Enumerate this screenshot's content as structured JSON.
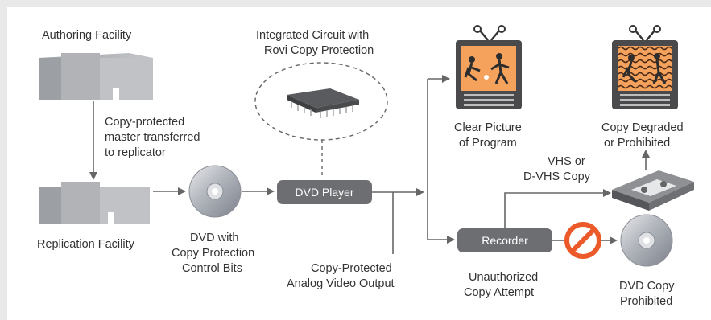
{
  "labels": {
    "authoring_facility": "Authoring Facility",
    "copy_protected_master": [
      "Copy-protected",
      "master transferred",
      "to replicator"
    ],
    "replication_facility": "Replication Facility",
    "dvd_with_bits": [
      "DVD with",
      "Copy Protection",
      "Control Bits"
    ],
    "integrated_circuit": [
      "Integrated Circuit with",
      "Rovi Copy Protection"
    ],
    "dvd_player": "DVD Player",
    "analog_output": [
      "Copy-Protected",
      "Analog Video Output"
    ],
    "clear_picture": [
      "Clear Picture",
      "of Program"
    ],
    "copy_degraded": [
      "Copy Degraded",
      "or Prohibited"
    ],
    "vhs_copy": [
      "VHS or",
      "D-VHS Copy"
    ],
    "recorder": "Recorder",
    "unauthorized_copy": [
      "Unauthorized",
      "Copy Attempt"
    ],
    "dvd_copy_prohibited": [
      "DVD Copy",
      "Prohibited"
    ]
  },
  "colors": {
    "box_fill": "#6d6e71",
    "tv_screen": "#f5a25d",
    "prohibited_red": "#ec5a2a",
    "building_gray": "#a7a9ac",
    "line_gray": "#666666"
  },
  "icons": [
    "building-icon",
    "dvd-disc-icon",
    "chip-icon",
    "tv-icon",
    "vhs-tape-icon",
    "prohibited-icon"
  ]
}
